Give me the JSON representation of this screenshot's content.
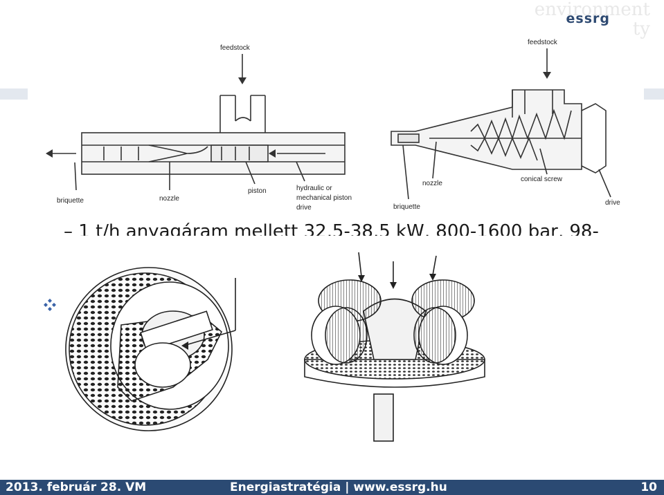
{
  "header": {
    "logo_text": "essrg",
    "logo_watermark_1": "environment",
    "logo_watermark_2": "ty"
  },
  "figure_top": {
    "left_labels": {
      "feedstock": "feedstock",
      "briquette": "briquette",
      "nozzle": "nozzle",
      "piston": "piston",
      "hydraulic_1": "hydraulic or",
      "hydraulic_2": "mechanical piston",
      "hydraulic_3": "drive"
    },
    "right_labels": {
      "feedstock": "feedstock",
      "nozzle": "nozzle",
      "conical_screw": "conical screw",
      "briquette": "briquette",
      "drive": "drive"
    }
  },
  "slide": {
    "sub_bullet_text": "– 1 t/h anyagáram mellett 32,5-38,5 kW, 800-1600 bar, 98-"
  },
  "footer": {
    "date_org": "2013. február 28. VM",
    "center": "Energiastratégia | www.essrg.hu",
    "page_number": "10"
  },
  "colors": {
    "footer_bg": "#2b4a73",
    "logo": "#2e4a72",
    "bullet": "#3a63a8"
  }
}
